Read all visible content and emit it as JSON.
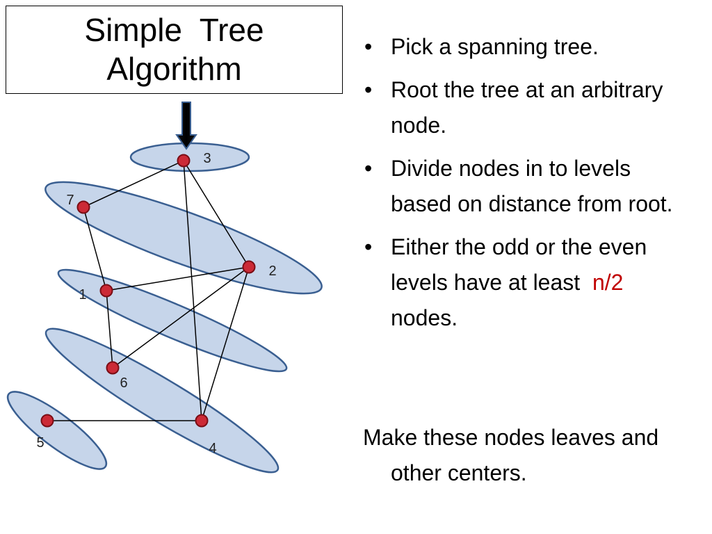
{
  "title": {
    "line1": "Simple  Tree",
    "line2": "Algorithm"
  },
  "bullets": [
    {
      "text": " Pick a spanning tree."
    },
    {
      "text": "Root the tree at an arbitrary node."
    },
    {
      "text": "Divide nodes in to levels based on distance from root."
    },
    {
      "before": "Either the odd or the even levels have at least  ",
      "highlight": "n/2",
      "after": " nodes."
    }
  ],
  "closing": "Make these nodes leaves and other centers.",
  "colors": {
    "node_fill": "#cc2a36",
    "node_stroke": "#7a0d15",
    "ellipse_fill": "#c6d5ea",
    "ellipse_stroke": "#3a5f91",
    "highlight": "#c00000"
  },
  "graph": {
    "nodes": [
      {
        "id": "3",
        "label": "3"
      },
      {
        "id": "7",
        "label": "7"
      },
      {
        "id": "2",
        "label": "2"
      },
      {
        "id": "1",
        "label": "1"
      },
      {
        "id": "6",
        "label": "6"
      },
      {
        "id": "5",
        "label": "5"
      },
      {
        "id": "4",
        "label": "4"
      }
    ],
    "edges": [
      [
        "3",
        "7"
      ],
      [
        "3",
        "2"
      ],
      [
        "3",
        "4"
      ],
      [
        "7",
        "1"
      ],
      [
        "1",
        "2"
      ],
      [
        "1",
        "6"
      ],
      [
        "2",
        "6"
      ],
      [
        "2",
        "4"
      ],
      [
        "5",
        "4"
      ]
    ],
    "levels": [
      [
        "3"
      ],
      [
        "7",
        "2"
      ],
      [
        "1"
      ],
      [
        "6",
        "4"
      ],
      [
        "5"
      ]
    ],
    "root": "3"
  }
}
